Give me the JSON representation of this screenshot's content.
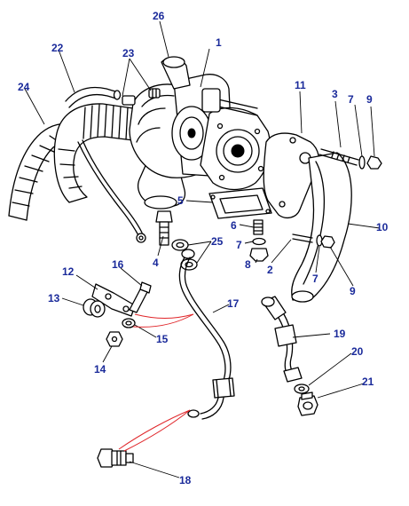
{
  "callouts": [
    {
      "id": "c1",
      "text": "1"
    },
    {
      "id": "c2",
      "text": "2"
    },
    {
      "id": "c3",
      "text": "3"
    },
    {
      "id": "c4",
      "text": "4"
    },
    {
      "id": "c5",
      "text": "5"
    },
    {
      "id": "c6",
      "text": "6"
    },
    {
      "id": "c7a",
      "text": "7"
    },
    {
      "id": "c7b",
      "text": "7"
    },
    {
      "id": "c7c",
      "text": "7"
    },
    {
      "id": "c8",
      "text": "8"
    },
    {
      "id": "c9a",
      "text": "9"
    },
    {
      "id": "c9b",
      "text": "9"
    },
    {
      "id": "c10",
      "text": "10"
    },
    {
      "id": "c11",
      "text": "11"
    },
    {
      "id": "c12",
      "text": "12"
    },
    {
      "id": "c13",
      "text": "13"
    },
    {
      "id": "c14",
      "text": "14"
    },
    {
      "id": "c15",
      "text": "15"
    },
    {
      "id": "c16",
      "text": "16"
    },
    {
      "id": "c17",
      "text": "17"
    },
    {
      "id": "c18",
      "text": "18"
    },
    {
      "id": "c19",
      "text": "19"
    },
    {
      "id": "c20",
      "text": "20"
    },
    {
      "id": "c21",
      "text": "21"
    },
    {
      "id": "c22",
      "text": "22"
    },
    {
      "id": "c23",
      "text": "23"
    },
    {
      "id": "c24",
      "text": "24"
    },
    {
      "id": "c25",
      "text": "25"
    },
    {
      "id": "c26",
      "text": "26"
    }
  ],
  "colors": {
    "callout_text": "#1a2a9a",
    "line": "#000000",
    "highlight_leader": "#e0262a",
    "background": "#ffffff"
  }
}
